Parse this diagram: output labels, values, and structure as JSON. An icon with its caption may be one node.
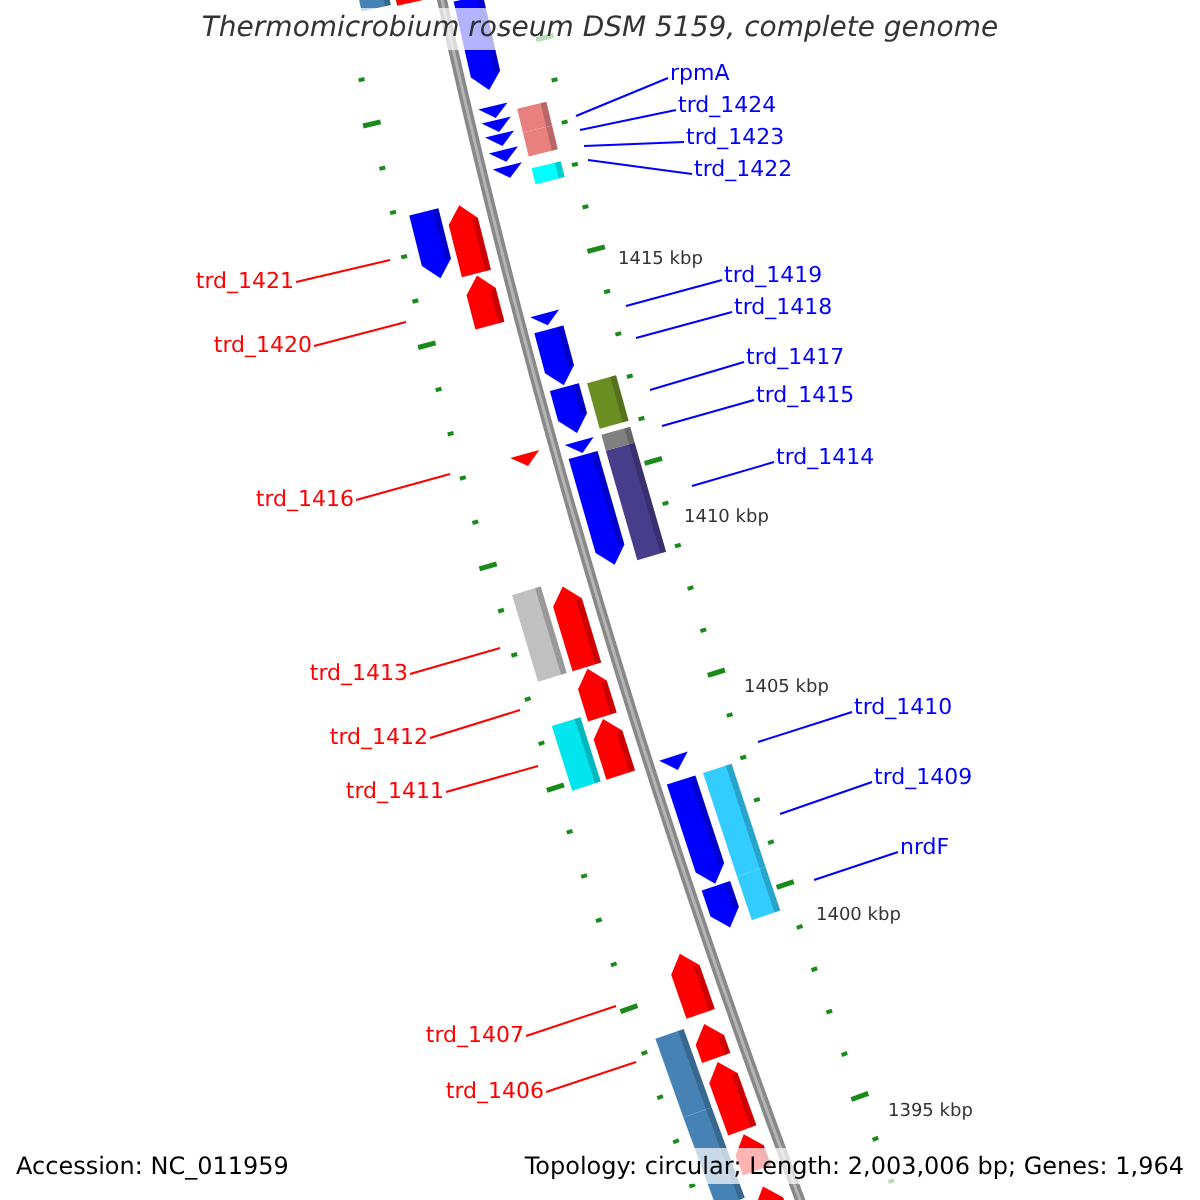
{
  "diagram": {
    "title": "Thermomicrobium roseum DSM 5159, complete genome",
    "nodes": [
      {
        "text": [
          "rpmA"
        ]
      },
      {
        "text": [
          "trd_1424"
        ]
      },
      {
        "text": [
          "trd_1423"
        ]
      },
      {
        "text": [
          "trd_1422"
        ]
      },
      {
        "text": [
          "trd_1419"
        ]
      },
      {
        "text": [
          "trd_1421"
        ]
      },
      {
        "text": [
          "trd_1418"
        ]
      },
      {
        "text": [
          "trd_1420"
        ]
      },
      {
        "text": [
          "trd_1417"
        ]
      },
      {
        "text": [
          "trd_1415"
        ]
      },
      {
        "text": [
          "trd_1414"
        ]
      },
      {
        "text": [
          "trd_1416"
        ]
      },
      {
        "text": [
          "trd_1413"
        ]
      },
      {
        "text": [
          "trd_1410"
        ]
      },
      {
        "text": [
          "trd_1412"
        ]
      },
      {
        "text": [
          "trd_1409"
        ]
      },
      {
        "text": [
          "trd_1411"
        ]
      },
      {
        "text": [
          "nrdF"
        ]
      },
      {
        "text": [
          "trd_1407"
        ]
      },
      {
        "text": [
          "trd_1406"
        ]
      }
    ],
    "edges": [
      {
        "from": 0,
        "to": null,
        "arrow": "none"
      },
      {
        "from": 1,
        "to": null,
        "arrow": "none"
      },
      {
        "from": 2,
        "to": null,
        "arrow": "none"
      },
      {
        "from": 3,
        "to": null,
        "arrow": "none"
      },
      {
        "from": 4,
        "to": null,
        "arrow": "none"
      },
      {
        "from": 5,
        "to": null,
        "arrow": "none",
        "color": "#ff0000"
      },
      {
        "from": 6,
        "to": null,
        "arrow": "none"
      },
      {
        "from": 7,
        "to": null,
        "arrow": "none",
        "color": "#ff0000"
      },
      {
        "from": 8,
        "to": null,
        "arrow": "none"
      },
      {
        "from": 9,
        "to": null,
        "arrow": "none"
      },
      {
        "from": 10,
        "to": null,
        "arrow": "none"
      },
      {
        "from": 11,
        "to": null,
        "arrow": "none",
        "color": "#ff0000"
      },
      {
        "from": 12,
        "to": null,
        "arrow": "none",
        "color": "#ff0000"
      },
      {
        "from": 13,
        "to": null,
        "arrow": "none"
      },
      {
        "from": 14,
        "to": null,
        "arrow": "none",
        "color": "#ff0000"
      },
      {
        "from": 15,
        "to": null,
        "arrow": "none"
      },
      {
        "from": 16,
        "to": null,
        "arrow": "none",
        "color": "#ff0000"
      },
      {
        "from": 17,
        "to": null,
        "arrow": "none"
      },
      {
        "from": 18,
        "to": null,
        "arrow": "none",
        "color": "#ff0000"
      },
      {
        "from": 19,
        "to": null,
        "arrow": "none",
        "color": "#ff0000"
      }
    ],
    "labels": [
      "1415 kbp",
      "1410 kbp",
      "1405 kbp",
      "1400 kbp",
      "1395 kbp",
      "Accession: NC_011959",
      "Topology: circular; Length: 2,003,006 bp; Genes: 1,964"
    ]
  }
}
